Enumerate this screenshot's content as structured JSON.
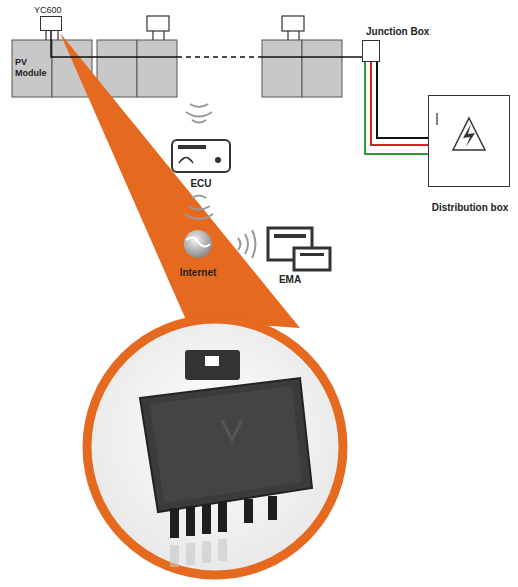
{
  "diagram": {
    "nodes": [
      {
        "text": [
          "YC600"
        ]
      },
      {
        "text": [
          "PV Module"
        ]
      },
      {
        "text": [
          "Junction Box"
        ]
      },
      {
        "text": [
          "Distribution box"
        ]
      },
      {
        "text": [
          "ECU"
        ]
      },
      {
        "text": [
          "Internet"
        ]
      },
      {
        "text": [
          "EMA"
        ]
      }
    ],
    "edges": [
      {
        "from": 0,
        "to": 2,
        "arrow": "none"
      },
      {
        "from": 2,
        "to": 3,
        "arrow": "none"
      }
    ]
  }
}
